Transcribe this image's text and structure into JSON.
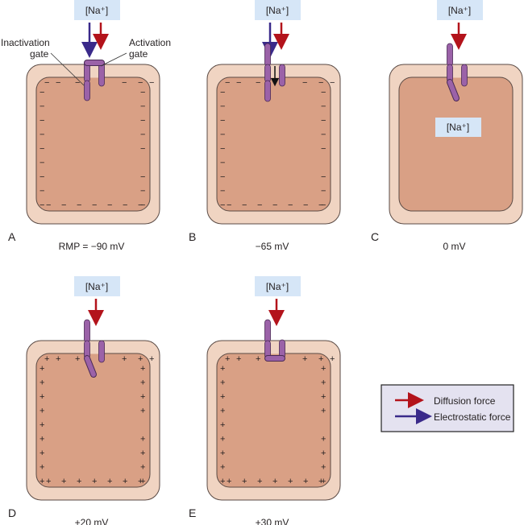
{
  "colors": {
    "outer_membrane": "#f0d4c2",
    "cell_interior": "#d9a085",
    "outline": "#5a4a44",
    "na_box": "#d6e6f7",
    "gate": "#9b62a8",
    "gate_outline": "#4a2a55",
    "diffusion_arrow": "#b3131b",
    "electrostatic_arrow": "#3a2a8a",
    "legend_bg": "#e4e2f0"
  },
  "panels": [
    {
      "id": "A",
      "letter": "A",
      "voltage": "RMP = −90 mV",
      "na_outside": "[Na⁺]",
      "na_inside": null,
      "charge": "−",
      "arrows": [
        "electrostatic",
        "diffusion"
      ],
      "gate_state": "closed-activation",
      "callouts": {
        "inactivation": "Inactivation\ngate",
        "activation": "Activation\ngate"
      }
    },
    {
      "id": "B",
      "letter": "B",
      "voltage": "−65 mV",
      "na_outside": "[Na⁺]",
      "na_inside": null,
      "charge": "−",
      "arrows": [
        "electrostatic",
        "diffusion"
      ],
      "gate_state": "opening"
    },
    {
      "id": "C",
      "letter": "C",
      "voltage": "0 mV",
      "na_outside": "[Na⁺]",
      "na_inside": "[Na⁺]",
      "charge": "",
      "arrows": [
        "diffusion"
      ],
      "gate_state": "open"
    },
    {
      "id": "D",
      "letter": "D",
      "voltage": "+20 mV",
      "na_outside": "[Na⁺]",
      "na_inside": null,
      "charge": "+",
      "arrows": [
        "diffusion"
      ],
      "gate_state": "open"
    },
    {
      "id": "E",
      "letter": "E",
      "voltage": "+30 mV",
      "na_outside": "[Na⁺]",
      "na_inside": null,
      "charge": "+",
      "arrows": [
        "diffusion"
      ],
      "gate_state": "inactivated"
    }
  ],
  "callouts": {
    "inactivation_line1": "Inactivation",
    "inactivation_line2": "gate",
    "activation_line1": "Activation",
    "activation_line2": "gate"
  },
  "legend": {
    "items": [
      {
        "label": "Diffusion force",
        "color_key": "diffusion_arrow"
      },
      {
        "label": "Electrostatic force",
        "color_key": "electrostatic_arrow"
      }
    ]
  }
}
